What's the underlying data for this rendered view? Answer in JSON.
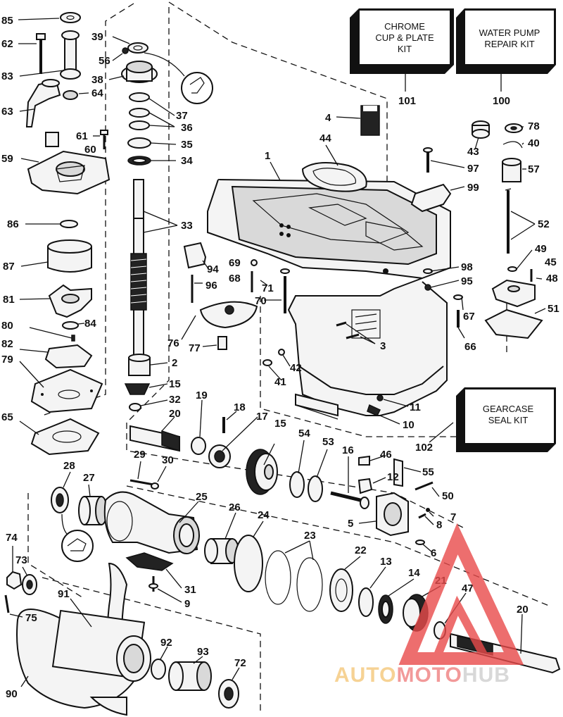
{
  "diagram": {
    "kits": [
      {
        "id": "kit-chrome",
        "ref": "101",
        "lines": [
          "CHROME",
          "CUP & PLATE",
          "KIT"
        ]
      },
      {
        "id": "kit-water-pump",
        "ref": "100",
        "lines": [
          "WATER PUMP",
          "REPAIR KIT"
        ]
      },
      {
        "id": "kit-gearcase-seal",
        "ref": "102",
        "lines": [
          "GEARCASE",
          "SEAL KIT"
        ]
      }
    ],
    "callouts": [
      "85",
      "62",
      "83",
      "63",
      "64",
      "39",
      "56",
      "38",
      "37",
      "36",
      "35",
      "34",
      "33",
      "61",
      "60",
      "59",
      "86",
      "87",
      "81",
      "84",
      "80",
      "82",
      "79",
      "65",
      "96",
      "94",
      "76",
      "77",
      "2",
      "15",
      "32",
      "20",
      "19",
      "18",
      "17",
      "69",
      "68",
      "71",
      "70",
      "3",
      "41",
      "42",
      "1",
      "44",
      "4",
      "43",
      "78",
      "40",
      "97",
      "57",
      "99",
      "52",
      "49",
      "45",
      "48",
      "98",
      "95",
      "67",
      "66",
      "51",
      "11",
      "10",
      "15",
      "54",
      "53",
      "16",
      "46",
      "55",
      "12",
      "50",
      "7",
      "8",
      "5",
      "6",
      "29",
      "30",
      "28",
      "27",
      "25",
      "26",
      "24",
      "23",
      "22",
      "13",
      "14",
      "21",
      "47",
      "20",
      "74",
      "73",
      "75",
      "31",
      "9",
      "91",
      "90",
      "92",
      "93",
      "72"
    ]
  },
  "watermark": {
    "text_a": "AUTO",
    "text_b": "MOTO",
    "text_c": "HUB",
    "color_a": "#f4c77a",
    "color_b": "#f08080",
    "color_c": "#cfcfcf",
    "triangle_color": "#e94b4b"
  }
}
